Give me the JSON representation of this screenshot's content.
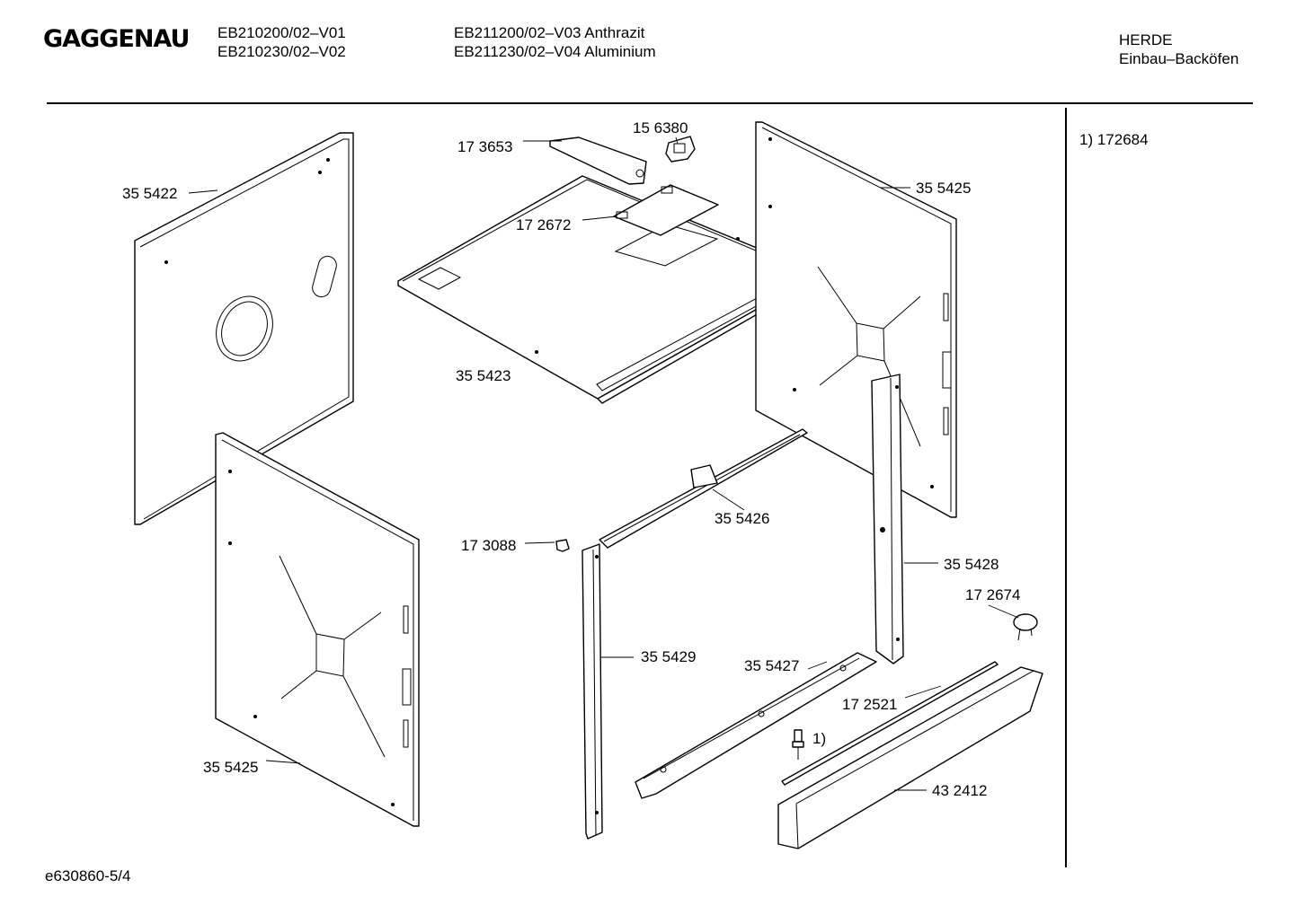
{
  "header": {
    "brand": "GAGGENAU",
    "models_left": [
      "EB210200/02–V01",
      "EB210230/02–V02"
    ],
    "models_right": [
      "EB211200/02–V03 Anthrazit",
      "EB211230/02–V04 Aluminium"
    ],
    "category": [
      "HERDE",
      "Einbau–Backöfen"
    ]
  },
  "footnote": "1) 172684",
  "footer_code": "e630860-5/4",
  "parts": {
    "p355422": "35 5422",
    "p173653": "17 3653",
    "p156380": "15 6380",
    "p172672": "17 2672",
    "p355425_top": "35 5425",
    "p355423": "35 5423",
    "p355426": "35 5426",
    "p173088": "17 3088",
    "p355428": "35 5428",
    "p172674": "17 2674",
    "p355429": "35 5429",
    "p355427": "35 5427",
    "p172521": "17 2521",
    "p1": "1)",
    "p355425_bottom": "35 5425",
    "p432412": "43 2412"
  }
}
